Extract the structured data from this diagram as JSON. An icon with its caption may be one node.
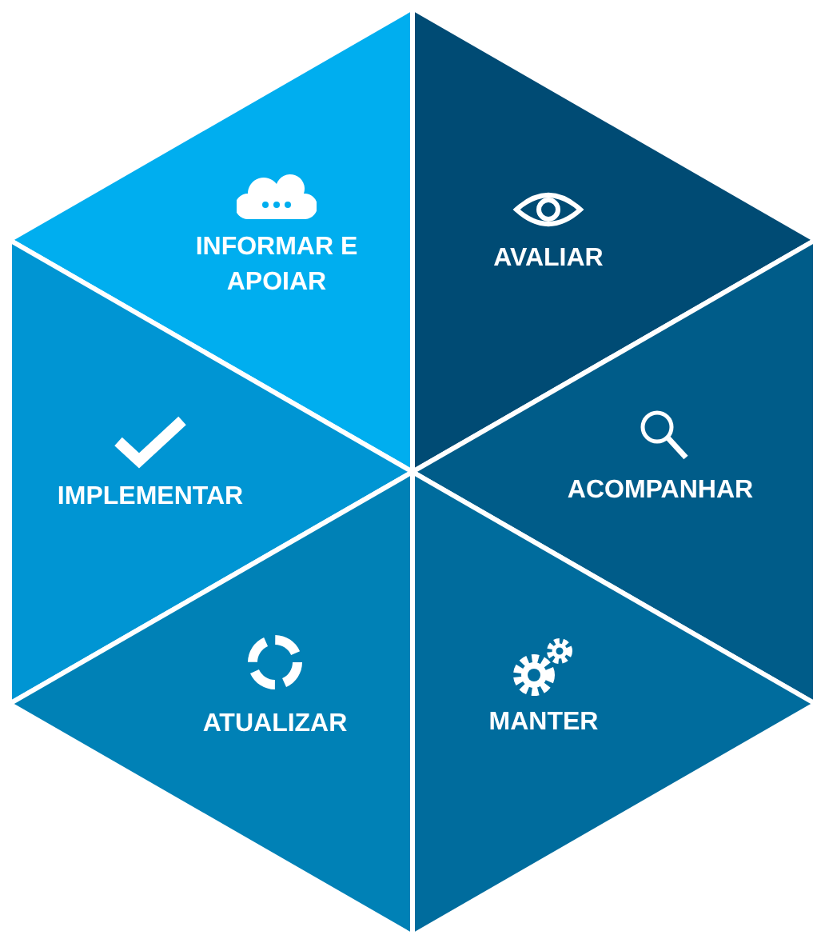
{
  "diagram": {
    "nodes": [
      {
        "text": [
          "INFORMAR E APOIAR"
        ]
      },
      {
        "text": [
          "AVALIAR"
        ]
      },
      {
        "text": [
          "IMPLEMENTAR"
        ]
      },
      {
        "text": [
          "ACOMPANHAR"
        ]
      },
      {
        "text": [
          "ATUALIZAR"
        ]
      },
      {
        "text": [
          "MANTER"
        ]
      }
    ]
  }
}
